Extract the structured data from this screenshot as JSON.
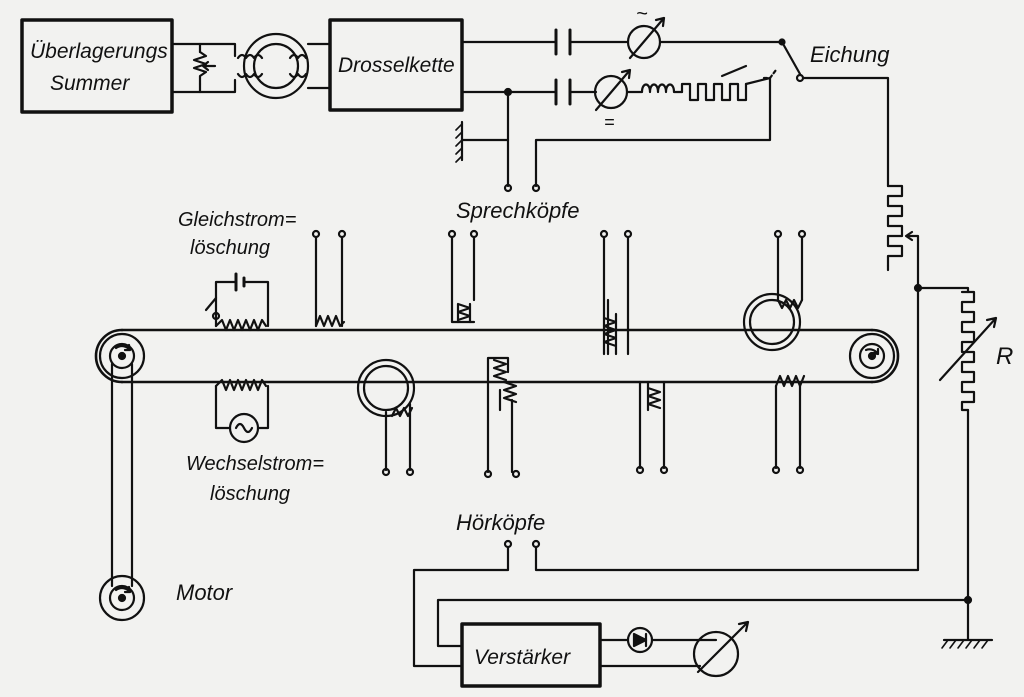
{
  "diagram": {
    "colors": {
      "ink": "#111111",
      "paper": "#f2f2f0"
    },
    "labels": {
      "summer_line1": "Überlagerungs",
      "summer_line2": "Summer",
      "drosselkette": "Drosselkette",
      "eichung": "Eichung",
      "tilde": "~",
      "dc_sign": "=",
      "sprechkoepfe": "Sprechköpfe",
      "gleich_line1": "Gleichstrom=",
      "gleich_line2": "löschung",
      "wechsel_line1": "Wechselstrom=",
      "wechsel_line2": "löschung",
      "motor": "Motor",
      "hoerkoepfe": "Hörköpfe",
      "verstaerker": "Verstärker",
      "r": "R"
    }
  }
}
